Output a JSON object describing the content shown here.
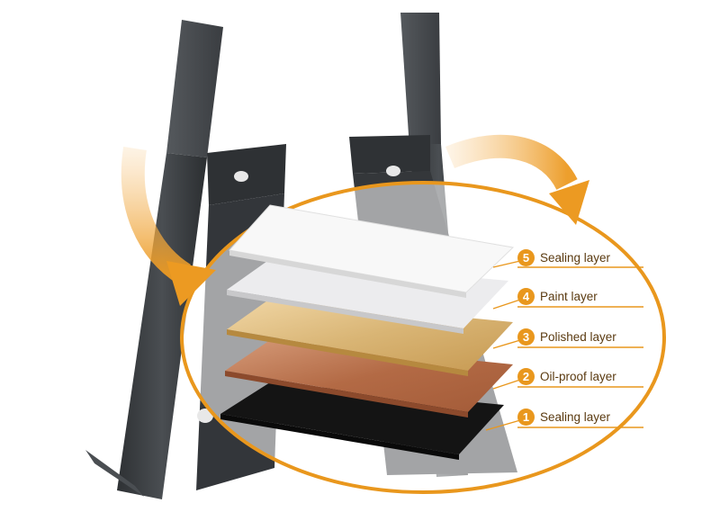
{
  "accent_color": "#e9971d",
  "metal_color": "#3a3d40",
  "layers": [
    {
      "number": "5",
      "name": "Sealing layer",
      "color": "#f4f4f4"
    },
    {
      "number": "4",
      "name": "Paint layer",
      "color": "#e6e6e8"
    },
    {
      "number": "3",
      "name": "Polished layer",
      "color": "#d8b77a"
    },
    {
      "number": "2",
      "name": "Oil-proof layer",
      "color": "#b8704a"
    },
    {
      "number": "1",
      "name": "Sealing layer",
      "color": "#151515"
    }
  ]
}
